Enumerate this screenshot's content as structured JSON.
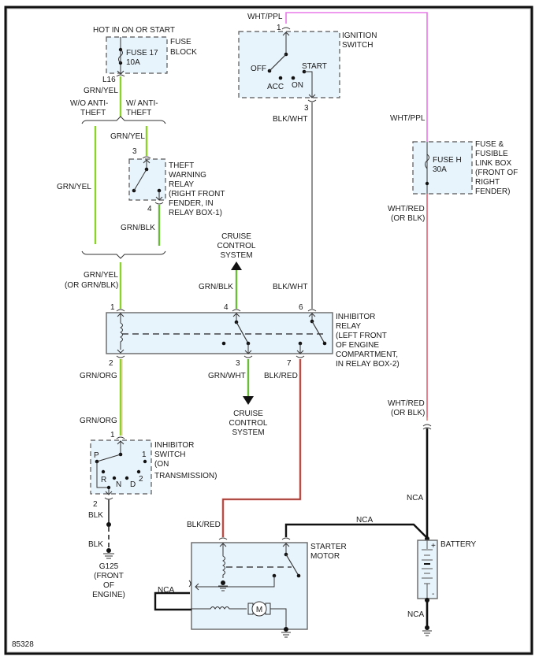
{
  "figure_id": "85328",
  "wire_colors": {
    "green": "#7ac943",
    "green_yellow": "#8bd32c",
    "pink": "#e879e8",
    "red": "#e0706a",
    "dark_red": "#b03a2e",
    "gray": "#777777",
    "black": "#111111",
    "component_fill": "#e8f4fc"
  },
  "components": {
    "fuse_block": {
      "header": "HOT IN ON OR START",
      "title": [
        "FUSE",
        "BLOCK"
      ],
      "fuse": [
        "FUSE 17",
        "10A"
      ],
      "connector": "L16"
    },
    "ignition_switch": {
      "title": [
        "IGNITION",
        "SWITCH"
      ],
      "positions": [
        "OFF",
        "ACC",
        "ON",
        "START"
      ],
      "pin_in": "1",
      "pin_out": "3"
    },
    "fuse_link_box": {
      "title": [
        "FUSE &",
        "FUSIBLE",
        "LINK BOX",
        "(FRONT OF",
        "RIGHT",
        "FENDER)"
      ],
      "fuse": [
        "FUSE H",
        "30A"
      ]
    },
    "theft_relay": {
      "title": [
        "THEFT",
        "WARNING",
        "RELAY",
        "(RIGHT FRONT",
        "FENDER, IN",
        "RELAY BOX-1)"
      ],
      "pin_in": "3",
      "pin_out": "4"
    },
    "inhibitor_relay": {
      "title": [
        "INHIBITOR",
        "RELAY",
        "(LEFT FRONT",
        "OF ENGINE",
        "COMPARTMENT,",
        "IN RELAY BOX-2)"
      ],
      "pins_top": [
        "1",
        "4",
        "6"
      ],
      "pins_bottom": [
        "2",
        "3",
        "7"
      ]
    },
    "inhibitor_switch": {
      "title": [
        "INHIBITOR",
        "SWITCH",
        "(ON",
        "TRANSMISSION)"
      ],
      "positions": [
        "P",
        "R",
        "N",
        "D",
        "2",
        "1"
      ],
      "pin_in": "1",
      "pin_out": "2"
    },
    "starter_motor": {
      "title": [
        "STARTER",
        "MOTOR"
      ],
      "motor_symbol": "M"
    },
    "battery": {
      "title": "BATTERY",
      "plus": "+",
      "minus": "-"
    },
    "ground_g125": {
      "title": [
        "G125",
        "(FRONT",
        "OF",
        "ENGINE)"
      ]
    },
    "cruise_up": [
      "CRUISE",
      "CONTROL",
      "SYSTEM"
    ],
    "cruise_down": [
      "CRUISE",
      "CONTROL",
      "SYSTEM"
    ]
  },
  "labels": {
    "wo_anti_theft": [
      "W/O ANTI-",
      "THEFT"
    ],
    "w_anti_theft": [
      "W/ ANTI-",
      "THEFT"
    ],
    "grn_yel": "GRN/YEL",
    "grn_yel_or": [
      "GRN/YEL",
      "(OR GRN/BLK)"
    ],
    "grn_blk": "GRN/BLK",
    "grn_org": "GRN/ORG",
    "grn_wht": "GRN/WHT",
    "blk_wht": "BLK/WHT",
    "blk_red": "BLK/RED",
    "wht_ppl": "WHT/PPL",
    "wht_red_or_blk": [
      "WHT/RED",
      "(OR BLK)"
    ],
    "blk": "BLK",
    "nca": "NCA"
  }
}
